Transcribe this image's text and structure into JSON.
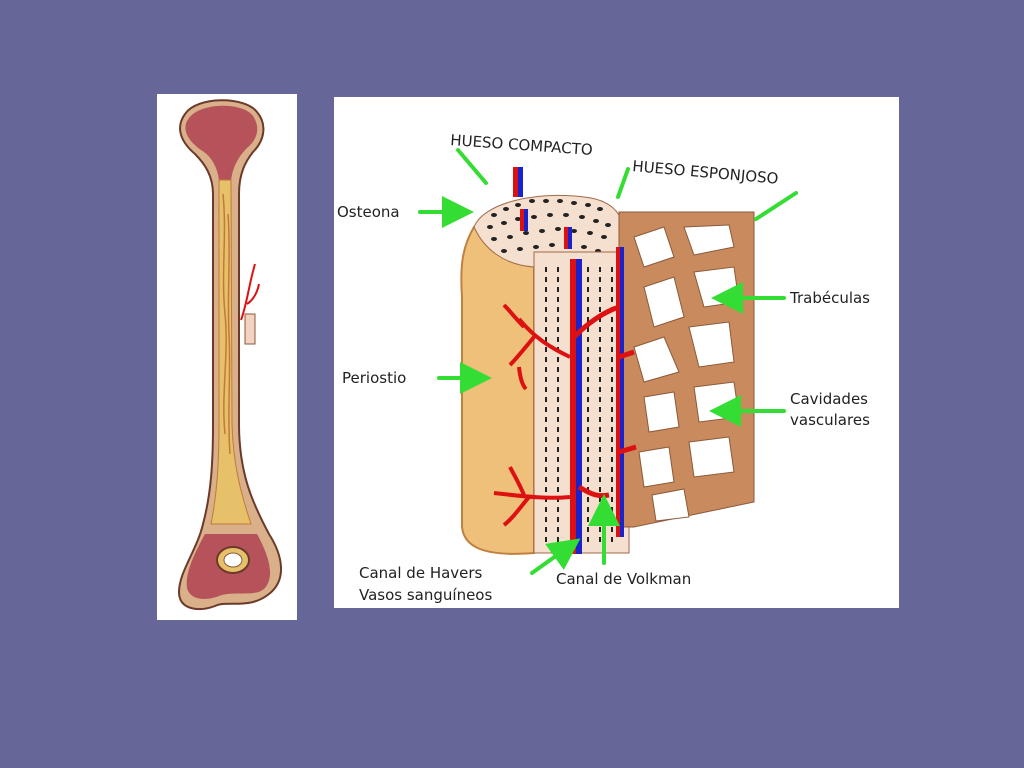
{
  "labels": {
    "hueso_compacto": "HUESO COMPACTO",
    "hueso_esponjoso": "HUESO ESPONJOSO",
    "osteona": "Osteona",
    "trabeculas": "Trabéculas",
    "periostio": "Periostio",
    "cavidades_1": "Cavidades",
    "cavidades_2": "vasculares",
    "havers_1": "Canal de Havers",
    "havers_2": "Vasos sanguíneos",
    "volkman": "Canal de Volkman"
  },
  "colors": {
    "background": "#666699",
    "arrow": "#33dd33",
    "vessel_red": "#dd1111",
    "vessel_blue": "#1a22cc",
    "compact_bone": "#f5e0cf",
    "spongy_bone": "#c98a5e",
    "periosteum": "#efc07a",
    "marrow_red": "#b5525a",
    "marrow_yellow": "#e7c06a"
  }
}
